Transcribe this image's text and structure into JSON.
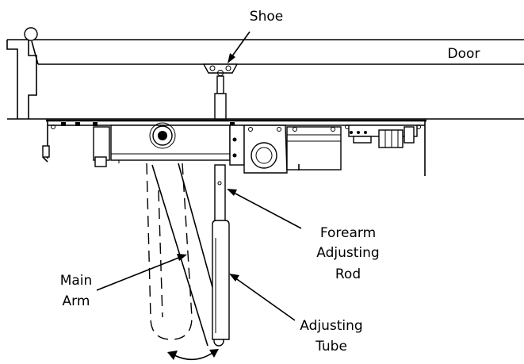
{
  "labels": {
    "shoe": "Shoe",
    "door": "Door",
    "forearm_line1": "Forearm",
    "forearm_line2": "Adjusting",
    "forearm_line3": "Rod",
    "main_arm_line1": "Main",
    "main_arm_line2": "Arm",
    "tube_line1": "Adjusting",
    "tube_line2": "Tube"
  }
}
